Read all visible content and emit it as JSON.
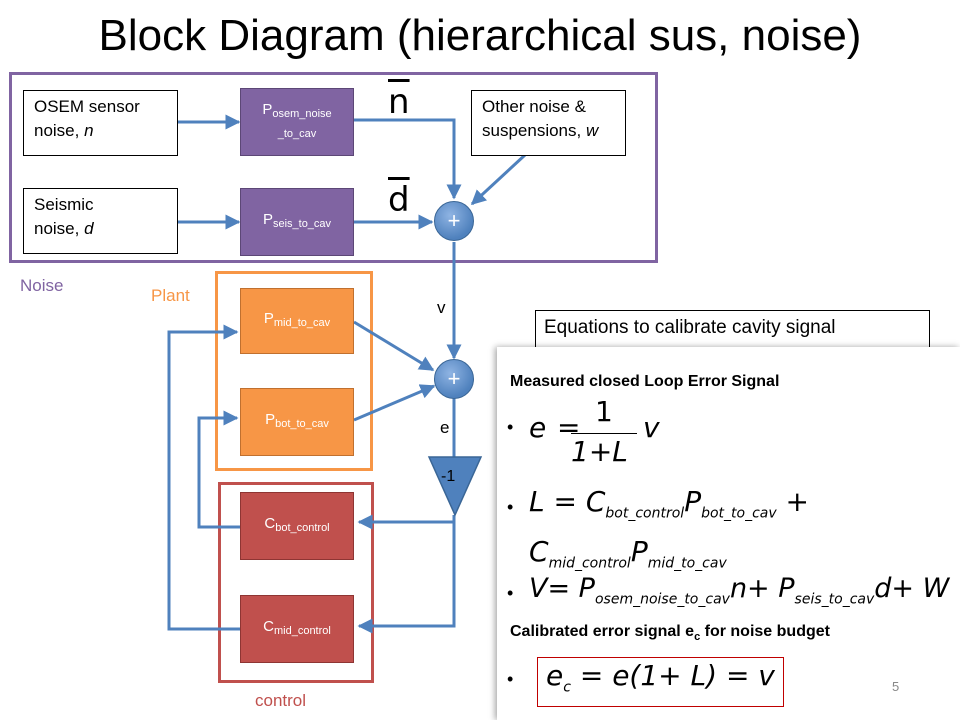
{
  "title": "Block Diagram (hierarchical sus, noise)",
  "groups": {
    "noise": "Noise",
    "plant": "Plant",
    "control": "control"
  },
  "inputs": {
    "osem_main": "OSEM sensor",
    "osem_sub": "noise, ",
    "osem_var": "n",
    "seismic_main": "Seismic",
    "seismic_sub": "noise, ",
    "seismic_var": "d",
    "other_main": "Other noise &",
    "other_sub": "suspensions, ",
    "other_var": "w"
  },
  "blocks": {
    "p_osem": {
      "base": "P",
      "sub1": "osem_noise",
      "sub2": "_to_cav"
    },
    "p_seis": {
      "base": "P",
      "sub": "seis_to_cav"
    },
    "p_mid": {
      "base": "P",
      "sub": "mid_to_cav"
    },
    "p_bot": {
      "base": "P",
      "sub": "bot_to_cav"
    },
    "c_bot": {
      "base": "C",
      "sub": "bot_control"
    },
    "c_mid": {
      "base": "C",
      "sub": "mid_control"
    }
  },
  "summer_symbol": "+",
  "gain": "-1",
  "signals": {
    "n": "n",
    "d": "d",
    "v": "v",
    "e": "e"
  },
  "equations_title": "Equations to calibrate cavity signal",
  "equations": {
    "head1": "Measured closed Loop Error Signal",
    "head2_pre": "Calibrated error signal e",
    "head2_sub": "c",
    "head2_post": " for noise budget",
    "bullet": "•",
    "e_lhs": "e",
    "eq": "=",
    "one": "1",
    "denominator": "1+L",
    "v": "v",
    "L_line1_pre": "L = C",
    "L_line1_sub1": "bot_control",
    "L_line1_mid": "P",
    "L_line1_sub2": "bot_to_cav",
    "L_line1_post": " +",
    "L_line2_pre": "C",
    "L_line2_sub1": "mid_control",
    "L_line2_mid": "P",
    "L_line2_sub2": "mid_to_cav",
    "V_pre": "V= P",
    "V_sub1": "osem_noise_to_cav",
    "V_mid": "n+ P",
    "V_sub2": "seis_to_cav",
    "V_post": "d+ W",
    "ec_lhs": "e",
    "ec_sub": "c",
    "ec_rhs": " = e(1+ L) = v"
  },
  "page_number": "5",
  "colors": {
    "noise_border": "#8064a2",
    "plant_border": "#f79646",
    "control_border": "#c0504d",
    "wire": "#4f81bd"
  }
}
